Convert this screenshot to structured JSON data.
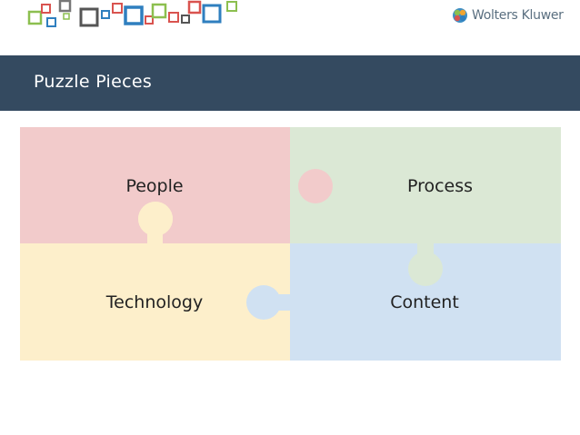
{
  "header": {
    "brand_name": "Wolters Kluwer",
    "brand_icon": "wolters-kluwer-logo-icon"
  },
  "slide": {
    "title": "Puzzle Pieces"
  },
  "puzzle": {
    "pieces": [
      {
        "label": "People",
        "color": "#f2cbcb"
      },
      {
        "label": "Process",
        "color": "#dbe8d5"
      },
      {
        "label": "Technology",
        "color": "#fdefcb"
      },
      {
        "label": "Content",
        "color": "#d0e1f2"
      }
    ]
  },
  "colors": {
    "title_bar": "#344a60",
    "logo_red": "#d9534f",
    "logo_blue": "#2f7fbf",
    "logo_green": "#8cbf4f",
    "logo_gray": "#777777"
  }
}
